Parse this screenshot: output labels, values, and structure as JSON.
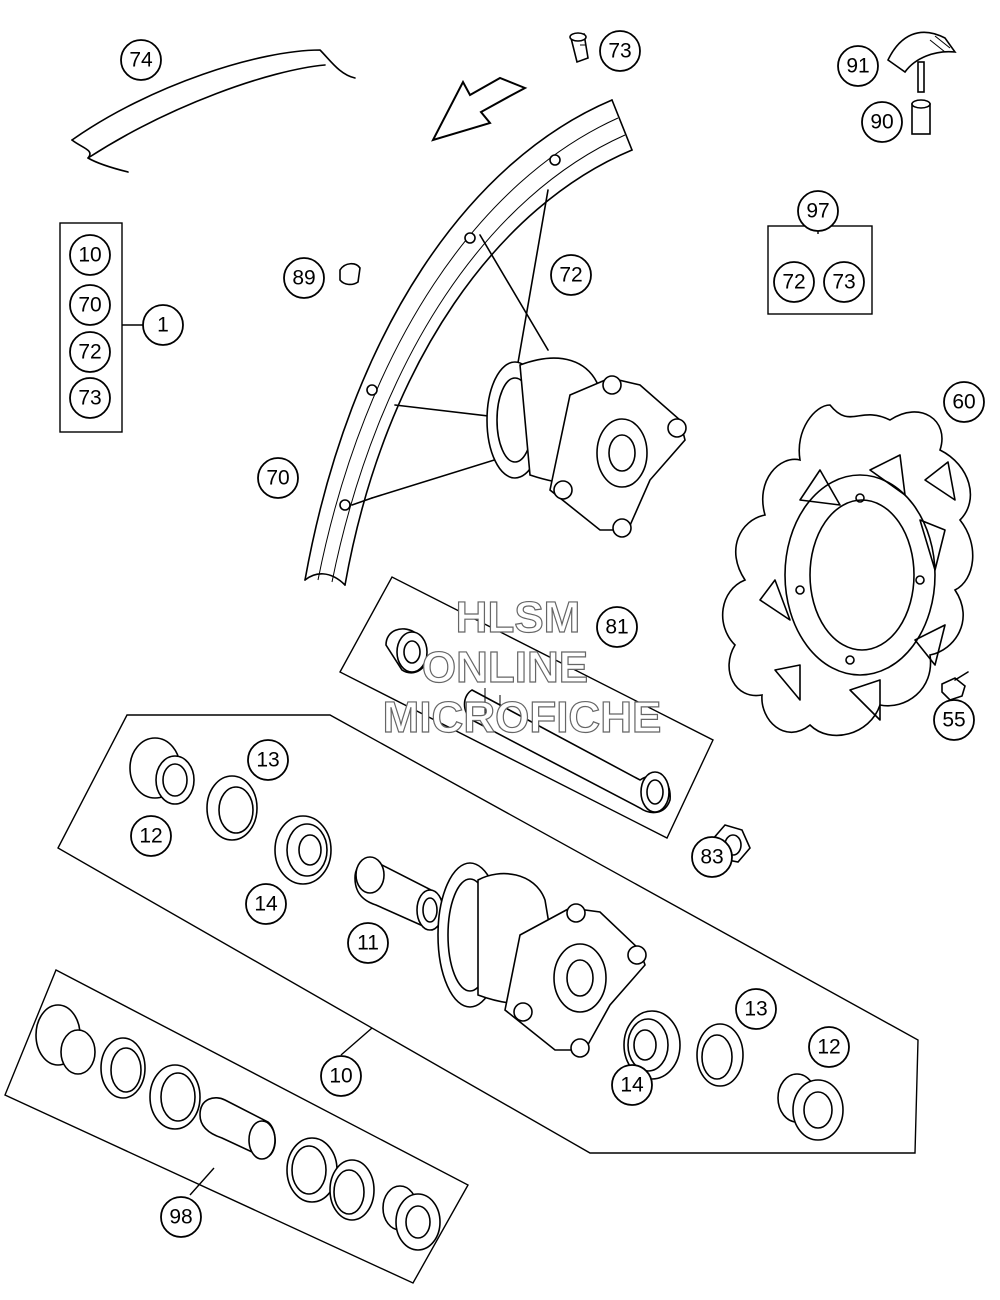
{
  "watermark": {
    "line1": "HLSM",
    "line2": "ONLINE",
    "line3": "MICROFICHE"
  },
  "callouts": {
    "c74": "74",
    "c73a": "73",
    "c91": "91",
    "c90": "90",
    "c97": "97",
    "c97_72": "72",
    "c97_73": "73",
    "c1_10": "10",
    "c1_70": "70",
    "c1_72": "72",
    "c1_73": "73",
    "c1": "1",
    "c89": "89",
    "c72": "72",
    "c70": "70",
    "c60": "60",
    "c81": "81",
    "c55": "55",
    "c13a": "13",
    "c12a": "12",
    "c14a": "14",
    "c83": "83",
    "c11": "11",
    "c13b": "13",
    "c12b": "12",
    "c14b": "14",
    "c10": "10",
    "c98": "98"
  },
  "colors": {
    "line": "#000000",
    "background": "#ffffff",
    "watermark": "#666666"
  },
  "icons": {
    "direction_arrow": "rotation-arrow-icon"
  }
}
